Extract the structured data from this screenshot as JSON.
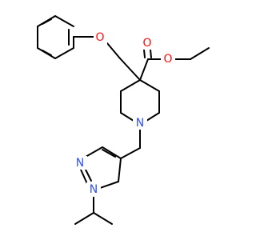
{
  "molecule": {
    "atoms": {
      "o_ether": {
        "symbol": "O",
        "color": "#ff0d0d"
      },
      "o_carbonyl": {
        "symbol": "O",
        "color": "#ff0d0d"
      },
      "o_ester": {
        "symbol": "O",
        "color": "#ff0d0d"
      },
      "n_piperidine": {
        "symbol": "N",
        "color": "#3050f8"
      },
      "n_pyrazole_2": {
        "symbol": "N",
        "color": "#3050f8"
      },
      "n_pyrazole_1": {
        "symbol": "N",
        "color": "#3050f8"
      }
    }
  }
}
